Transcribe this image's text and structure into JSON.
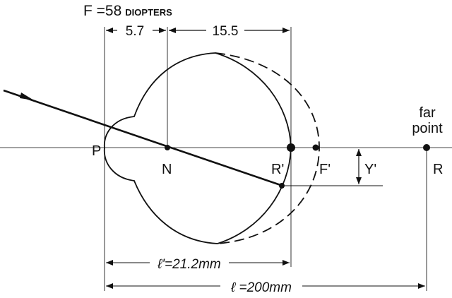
{
  "title": {
    "prefix": "F =58",
    "unit": "DIOPTERS"
  },
  "dimensions": {
    "pn": "5.7",
    "nr": "15.5",
    "l_prime": "ℓ'=21.2mm",
    "l": "ℓ =200mm"
  },
  "points": {
    "P": "P",
    "N": "N",
    "R_prime": "R'",
    "F_prime": "F'",
    "R": "R",
    "far_point_line1": "far",
    "far_point_line2": "point",
    "Y_prime": "Y'"
  },
  "colors": {
    "ink": "#111111",
    "background": "#ffffff"
  }
}
